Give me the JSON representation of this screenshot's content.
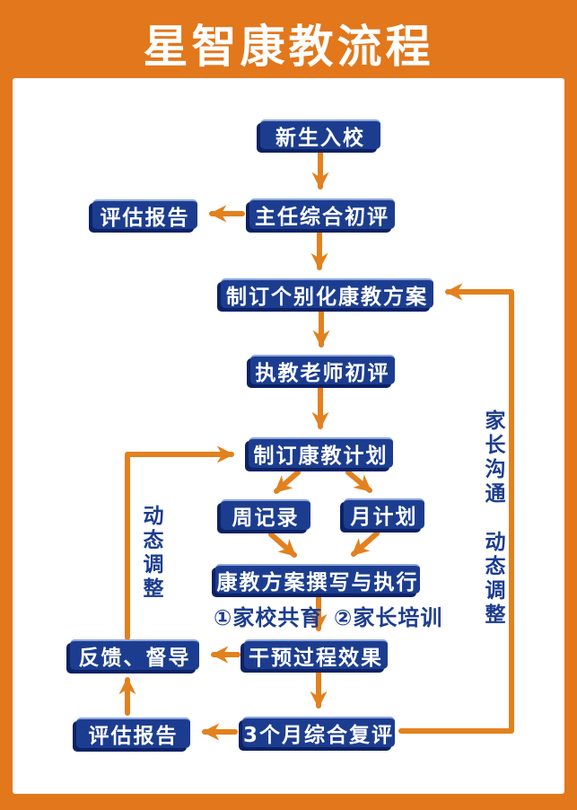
{
  "page": {
    "title": "星智康教流程"
  },
  "colors": {
    "frame_orange": "#E2771C",
    "arrow_orange": "#E2811E",
    "box_blue": "#1C3D8F",
    "box_shadow_blue": "#0C2266",
    "box_highlight_blue": "#8FA7DE",
    "note_text_blue": "#1C3D8F"
  },
  "nodes": {
    "new_student": {
      "label": "新生入校"
    },
    "director_eval": {
      "label": "主任综合初评"
    },
    "report_top": {
      "label": "评估报告"
    },
    "individual_plan": {
      "label": "制订个别化康教方案"
    },
    "teacher_eval": {
      "label": "执教老师初评"
    },
    "edu_plan": {
      "label": "制订康教计划"
    },
    "weekly_record": {
      "label": "周记录"
    },
    "monthly_plan": {
      "label": "月计划"
    },
    "plan_execution": {
      "label": "康教方案撰写与执行"
    },
    "feedback": {
      "label": "反馈、督导"
    },
    "intervention": {
      "label": "干预过程效果"
    },
    "report_bottom": {
      "label": "评估报告"
    },
    "review_3month": {
      "label": "3个月综合复评"
    }
  },
  "notes": {
    "home_school": "①家校共育",
    "parent_training": "②家长培训"
  },
  "side_labels": {
    "left_vertical": "动态调整",
    "right_vertical": "家长沟通　动态调整"
  }
}
